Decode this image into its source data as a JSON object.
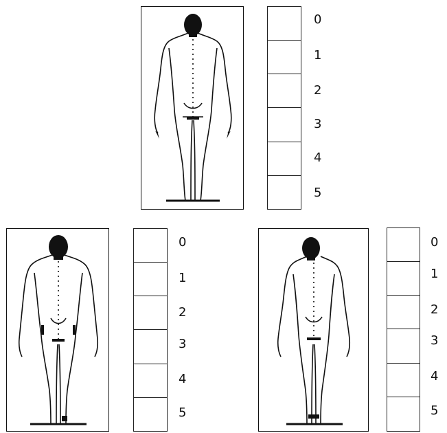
{
  "figures": [
    {
      "name": "top",
      "scale_labels": [
        "0",
        "1",
        "2",
        "3",
        "4",
        "5"
      ]
    },
    {
      "name": "bottom-left",
      "scale_labels": [
        "0",
        "1",
        "2",
        "3",
        "4",
        "5"
      ]
    },
    {
      "name": "bottom-right",
      "scale_labels": [
        "0",
        "1",
        "2",
        "3",
        "4",
        "5"
      ]
    }
  ],
  "colors": {
    "ink": "#111111",
    "paper": "#ffffff"
  }
}
